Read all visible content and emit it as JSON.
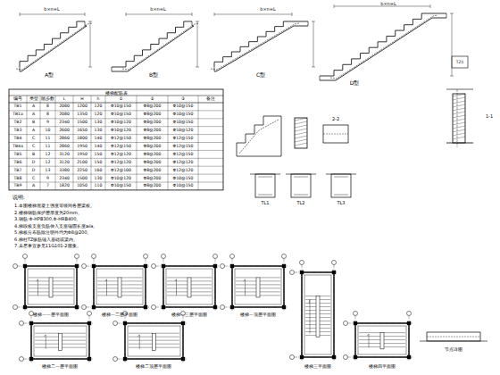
{
  "diagram": {
    "labels": [
      "A型",
      "B型",
      "C型",
      "D型",
      "b×n=L",
      "b×n=L",
      "b×n=L",
      "b×n=L",
      "TZ1",
      "1-1",
      "楼梯配筋表",
      "编号",
      "类型",
      "踏步数",
      "L",
      "H",
      "h",
      "①",
      "②",
      "③",
      "备注",
      "TB1",
      "A",
      "8",
      "2080",
      "1200",
      "120",
      "Φ10@150",
      "Φ8@200",
      "Φ10@150",
      "TB1a",
      "A",
      "8",
      "2080",
      "1350",
      "120",
      "Φ10@150",
      "Φ8@200",
      "Φ10@150",
      "TB2",
      "B",
      "9",
      "2340",
      "1500",
      "130",
      "Φ10@120",
      "Φ8@200",
      "Φ10@150",
      "TB3",
      "A",
      "10",
      "2600",
      "1650",
      "130",
      "Φ10@120",
      "Φ8@200",
      "Φ10@120",
      "TB4",
      "C",
      "11",
      "2860",
      "1800",
      "140",
      "Φ12@150",
      "Φ8@200",
      "Φ12@150",
      "TB4a",
      "C",
      "11",
      "2860",
      "1950",
      "140",
      "Φ12@150",
      "Φ8@200",
      "Φ12@150",
      "TB5",
      "B",
      "12",
      "3120",
      "1950",
      "150",
      "Φ12@120",
      "Φ8@200",
      "Φ12@150",
      "TB6",
      "D",
      "12",
      "3120",
      "2100",
      "150",
      "Φ12@120",
      "Φ8@200",
      "Φ12@120",
      "TB7",
      "D",
      "13",
      "3380",
      "2250",
      "160",
      "Φ12@100",
      "Φ8@200",
      "Φ12@120",
      "TB8",
      "C",
      "9",
      "2340",
      "1500",
      "130",
      "Φ10@120",
      "Φ8@200",
      "Φ10@150",
      "TB9",
      "A",
      "7",
      "1820",
      "1050",
      "110",
      "Φ10@150",
      "Φ8@200",
      "Φ10@150",
      "说明:",
      "1.本图楼梯混凝土强度等级同各层梁板。",
      "2.楼梯钢筋保护层厚度为20mm。",
      "3.钢筋:Φ-HPB300,Φ-HRB400。",
      "4.梯段板支座负筋伸入支座锚固长度≥la。",
      "5.梯板分布筋除注明外均为Φ8@200。",
      "6.梯柱TZ纵筋锚入基础或梁内。",
      "7.未尽事宜参见11G101-2图集。",
      "TL1",
      "TL2",
      "TL3",
      "2-2",
      "楼梯一一层平面图",
      "楼梯一二层平面图",
      "楼梯一三层平面图",
      "楼梯一顶层平面图",
      "楼梯二一层平面图",
      "楼梯二顶层平面图",
      "楼梯三平面图",
      "楼梯四平面图",
      "节点详图"
    ]
  }
}
